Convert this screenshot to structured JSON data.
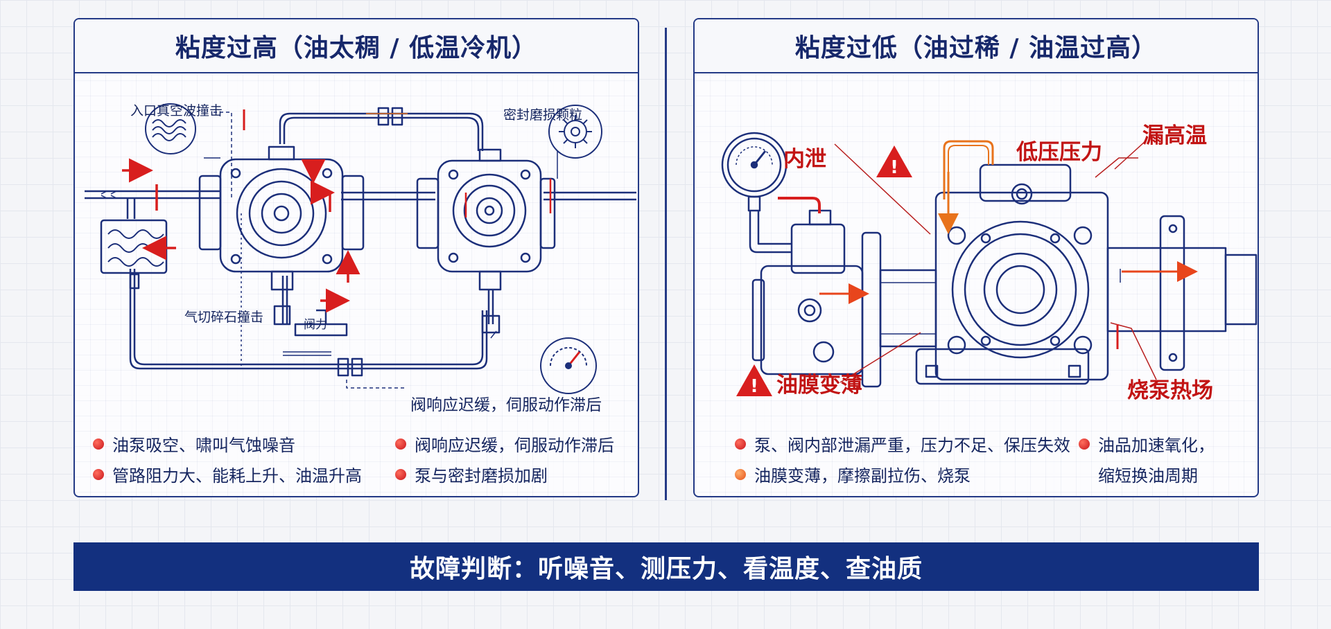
{
  "left": {
    "title": "粘度过高（油太稠 / 低温冷机）",
    "labels": {
      "inlet_shock": "入口真空波撞击",
      "seal_wear": "密封磨损颗粒",
      "air_cut": "气切碎石撞击",
      "valve": "阀力",
      "valve_delay": "阀响应迟缓，伺服动作滞后"
    },
    "bullets": [
      "油泵吸空、啸叫气蚀噪音",
      "管路阻力大、能耗上升、油温升高",
      "阀响应迟缓，伺服动作滞后",
      "泵与密封磨损加剧"
    ]
  },
  "right": {
    "title": "粘度过低（油过稀 / 油温过高）",
    "labels": {
      "leak": "内泄",
      "low_pressure": "低压压力",
      "leak_high_temp": "漏高温",
      "film_thin": "油膜变薄",
      "burn_pump": "烧泵热场"
    },
    "bullets": [
      "泵、阀内部泄漏严重，压力不足、保压失效",
      "油膜变薄，摩擦副拉伤、烧泵",
      "油品加速氧化，",
      "缩短换油周期"
    ]
  },
  "footer": "故障判断：听噪音、测压力、看温度、查油质",
  "colors": {
    "navy": "#1c2f7a",
    "red": "#d81e1e",
    "orange": "#e8731c",
    "banner": "#13307f"
  },
  "icons": [
    "wave-icon",
    "gear-icon",
    "gauge-icon",
    "warning-icon",
    "pressure-gauge-icon"
  ]
}
